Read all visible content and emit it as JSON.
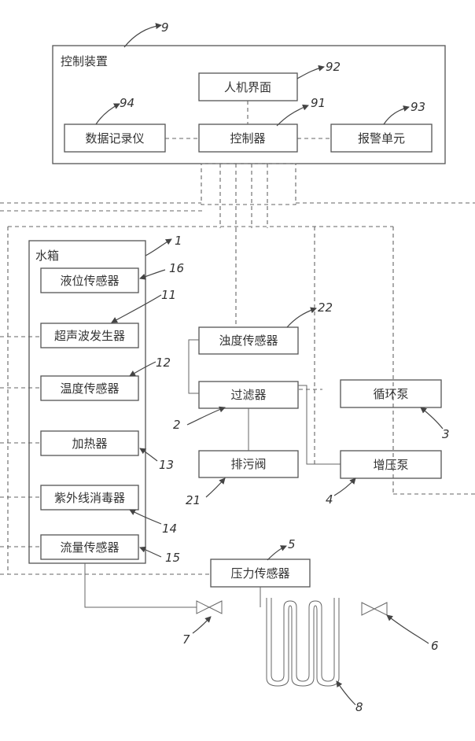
{
  "control_device": {
    "title": "控制装置",
    "ref": "9",
    "hmi": {
      "label": "人机界面",
      "ref": "92"
    },
    "controller": {
      "label": "控制器",
      "ref": "91"
    },
    "data_recorder": {
      "label": "数据记录仪",
      "ref": "94"
    },
    "alarm_unit": {
      "label": "报警单元",
      "ref": "93"
    }
  },
  "water_tank": {
    "title": "水箱",
    "ref": "1",
    "level_sensor": {
      "label": "液位传感器",
      "ref": "16"
    },
    "ultrasonic_generator": {
      "label": "超声波发生器",
      "ref": "11"
    },
    "temperature_sensor": {
      "label": "温度传感器",
      "ref": "12"
    },
    "heater": {
      "label": "加热器",
      "ref": "13"
    },
    "uv_sterilizer": {
      "label": "紫外线消毒器",
      "ref": "14"
    },
    "flow_sensor": {
      "label": "流量传感器",
      "ref": "15"
    }
  },
  "filter_unit": {
    "turbidity_sensor": {
      "label": "浊度传感器",
      "ref": "22"
    },
    "filter": {
      "label": "过滤器",
      "ref": "2"
    },
    "drain_valve": {
      "label": "排污阀",
      "ref": "21"
    }
  },
  "circulation_pump": {
    "label": "循环泵",
    "ref": "3"
  },
  "booster_pump": {
    "label": "增压泵",
    "ref": "4"
  },
  "pressure_sensor": {
    "label": "压力传感器",
    "ref": "5"
  },
  "valve_left": {
    "ref": "7"
  },
  "valve_right": {
    "ref": "6"
  },
  "coil_pipe": {
    "ref": "8"
  }
}
